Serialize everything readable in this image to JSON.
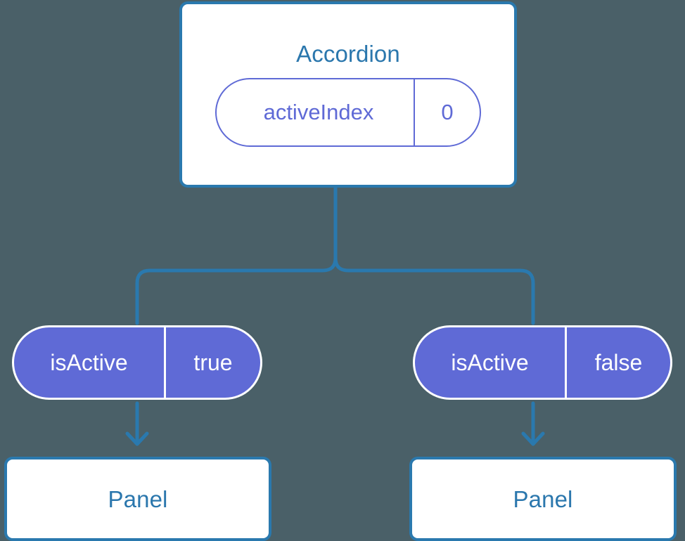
{
  "diagram": {
    "title_text": "Accordion",
    "background_color": "#4a6068",
    "connector_color": "#2a79ae",
    "card_border_color": "#2a79ae",
    "card_text_color": "#2b77ad",
    "pill_accent_color": "#5f6ad6"
  },
  "parent": {
    "label": "Accordion",
    "state": {
      "key": "activeIndex",
      "value": "0"
    }
  },
  "branches": [
    {
      "prop": {
        "key": "isActive",
        "value": "true"
      },
      "child": {
        "label": "Panel"
      }
    },
    {
      "prop": {
        "key": "isActive",
        "value": "false"
      },
      "child": {
        "label": "Panel"
      }
    }
  ]
}
